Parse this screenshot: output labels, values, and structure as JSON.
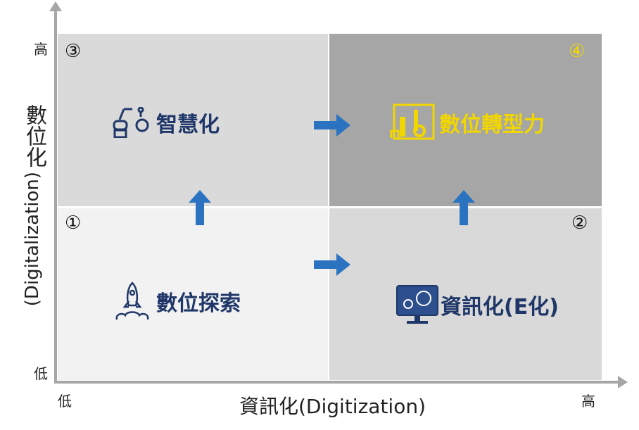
{
  "axes": {
    "x_title": "資訊化(Digitization)",
    "y_title_cjk": "數位化",
    "y_title_en": "(Digitalization)",
    "x_low": "低",
    "x_high": "高",
    "y_low": "低",
    "y_high": "高"
  },
  "quadrants": [
    {
      "number": "①",
      "label": "數位探索",
      "icon": "rocket-icon"
    },
    {
      "number": "②",
      "label": "資訊化(E化)",
      "icon": "monitor-gears-icon"
    },
    {
      "number": "③",
      "label": "智慧化",
      "icon": "robot-arm-icon"
    },
    {
      "number": "④",
      "label": "數位轉型力",
      "icon": "lab-instruments-icon"
    }
  ],
  "colors": {
    "text_blue": "#1f3768",
    "accent_yellow": "#f2d600",
    "arrow_blue": "#2b73c0"
  }
}
